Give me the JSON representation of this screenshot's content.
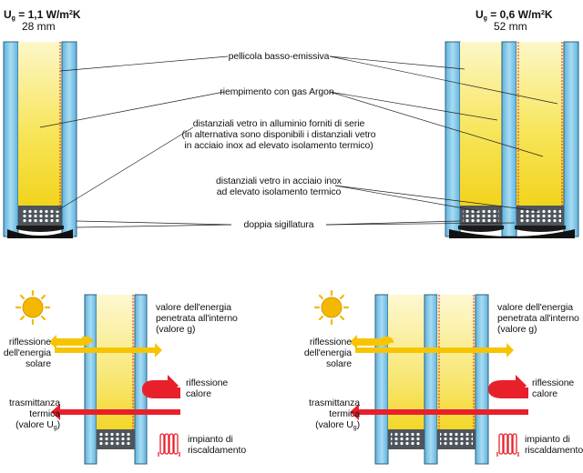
{
  "top": {
    "left_unit": {
      "u_symbol": "U",
      "u_sub": "g",
      "u_value": " = 1,1 W/m",
      "u_sup": "2",
      "u_end": "K",
      "thickness": "28 mm"
    },
    "right_unit": {
      "u_symbol": "U",
      "u_sub": "g",
      "u_value": " = 0,6 W/m",
      "u_sup": "2",
      "u_end": "K",
      "thickness": "52 mm"
    },
    "labels": {
      "low_e_film": "pellicola basso-emissiva",
      "argon_fill": "riempimento con gas Argon",
      "spacer_line1": "distanziali vetro in alluminio forniti di serie",
      "spacer_line2": "(in alternativa sono disponibili i distanziali vetro",
      "spacer_line3": "in acciaio inox ad elevato isolamento termico)",
      "inox_line1": "distanziali vetro in acciaio inox",
      "inox_line2": "ad elevato isolamento termico",
      "double_seal": "doppia sigillatura"
    }
  },
  "bottom": {
    "left_panel": {
      "solar_reflection": [
        "riflessione",
        "dell'energia",
        "solare"
      ],
      "energy_value": [
        "valore dell'energia",
        "penetrata all'interno",
        "(valore g)"
      ],
      "heat_reflection": [
        "riflessione",
        "calore"
      ],
      "transmittance": [
        "trasmittanza",
        "termica",
        "(valore U",
        "g",
        ")"
      ],
      "heating": [
        "impianto di",
        "riscaldamento"
      ]
    },
    "right_panel": {
      "solar_reflection": [
        "riflessione",
        "dell'energia",
        "solare"
      ],
      "energy_value": [
        "valore dell'energia",
        "penetrata all'interno",
        "(valore g)"
      ],
      "heat_reflection": [
        "riflessione",
        "calore"
      ],
      "transmittance": [
        "trasmittanza",
        "termica",
        "(valore U",
        "g",
        ")"
      ],
      "heating": [
        "impianto di",
        "riscaldamento"
      ]
    }
  },
  "colors": {
    "glass": "#7ec8ea",
    "glass_edge": "#3a6f8f",
    "gap_gold": "#f2d41c",
    "gap_pale": "#fdf7c8",
    "low_e": "#e02020",
    "solar_arrow": "#f5b800",
    "heat_arrow": "#e8202a",
    "spacer": "#5a5f66",
    "sun": "#f5b800"
  }
}
